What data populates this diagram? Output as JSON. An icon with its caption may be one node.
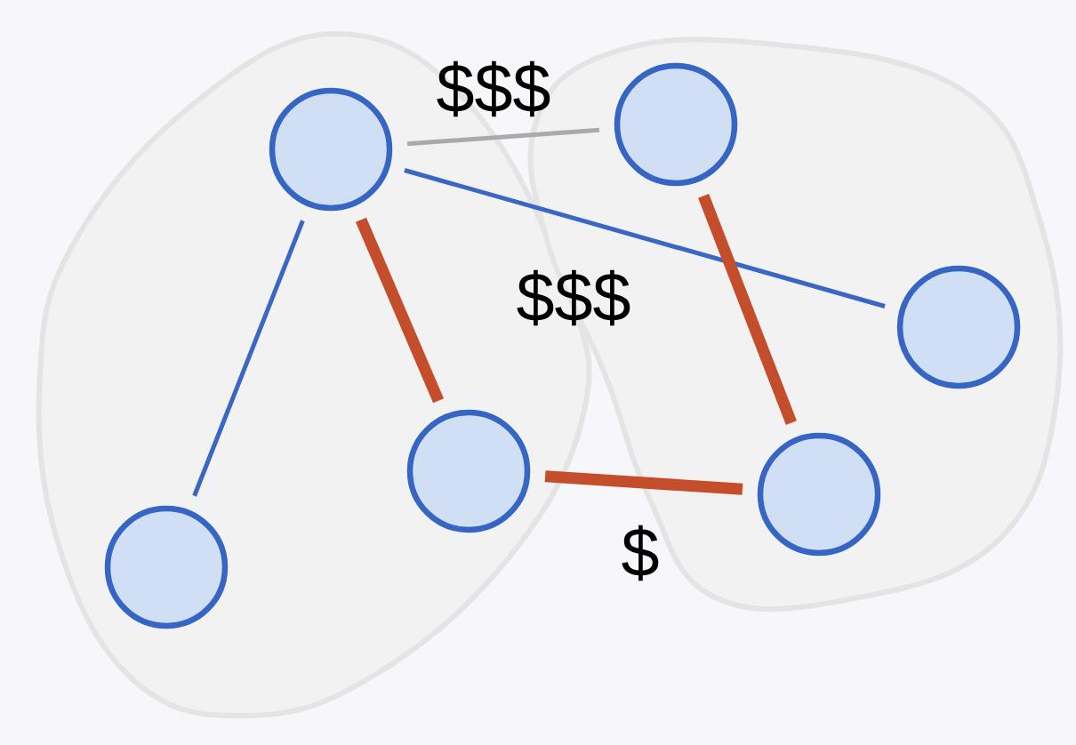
{
  "diagram": {
    "nodes": [
      {
        "text": [],
        "shape": "cloud"
      },
      {
        "text": [],
        "shape": "cloud"
      },
      {
        "text": [],
        "shape": "circle",
        "in": 0
      },
      {
        "text": [],
        "shape": "circle",
        "in": 1
      },
      {
        "text": [],
        "shape": "circle",
        "in": 1
      },
      {
        "text": [],
        "shape": "circle",
        "in": 0
      },
      {
        "text": [],
        "shape": "circle",
        "in": 1
      },
      {
        "text": [],
        "shape": "circle",
        "in": 0
      }
    ],
    "edges": [
      {
        "from": 2,
        "to": 3,
        "arrow": "none",
        "label": "$$$",
        "color": "#aaaaaa"
      },
      {
        "from": 2,
        "to": 4,
        "arrow": "none",
        "label": "$$$",
        "color": "#3a66c4"
      },
      {
        "from": 2,
        "to": 7,
        "arrow": "none",
        "color": "#3a66c4"
      },
      {
        "from": 2,
        "to": 5,
        "arrow": "none",
        "style": "thick"
      },
      {
        "from": 3,
        "to": 6,
        "arrow": "none",
        "style": "thick"
      },
      {
        "from": 5,
        "to": 6,
        "arrow": "none",
        "label": "$",
        "style": "thick"
      }
    ]
  }
}
